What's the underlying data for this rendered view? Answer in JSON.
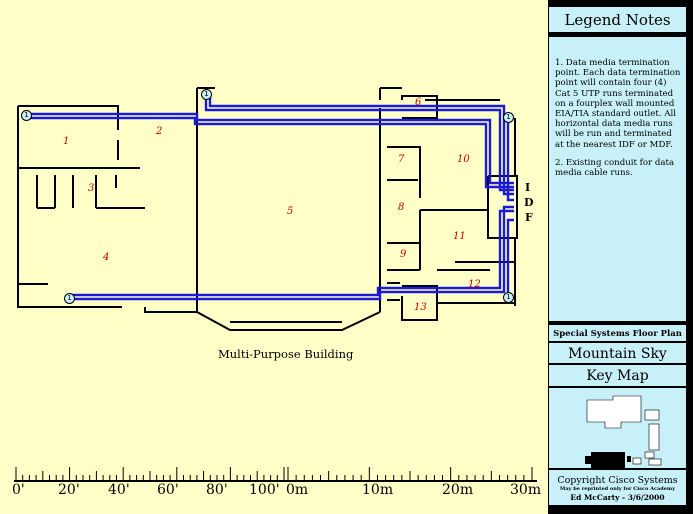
{
  "building_caption": "Multi-Purpose Building",
  "rooms": [
    "1",
    "2",
    "3",
    "4",
    "5",
    "6",
    "7",
    "8",
    "9",
    "10",
    "11",
    "12",
    "13"
  ],
  "idf_letters": [
    "I",
    "D",
    "F"
  ],
  "jack_label": "1",
  "scale": {
    "feet_labels": [
      "0'",
      "20'",
      "40'",
      "60'",
      "80'",
      "100'"
    ],
    "meter_labels": [
      "0m",
      "10m",
      "20m",
      "30m"
    ]
  },
  "legend": {
    "title": "Legend Notes",
    "note1": "1. Data media termination point. Each data termination point will contain four (4) Cat 5 UTP runs terminated on a fourplex wall mounted EIA/TIA standard outlet. All horizontal data media runs will be run and terminated at the nearest IDF or MDF.",
    "note2": "2. Existing conduit for data media cable runs.",
    "system_title": "Special Systems Floor Plan",
    "project_name": "Mountain Sky",
    "key_map_title": "Key Map",
    "copyright": "Copyright Cisco Systems",
    "copyright_sub": "May be reprinted only for Cisco Academy",
    "author": "Ed McCarty - 3/6/2000"
  },
  "colors": {
    "background": "#ffffc8",
    "conduit": "#1a1ad8",
    "panel": "#c8f0f8",
    "room_label": "#c00000"
  }
}
